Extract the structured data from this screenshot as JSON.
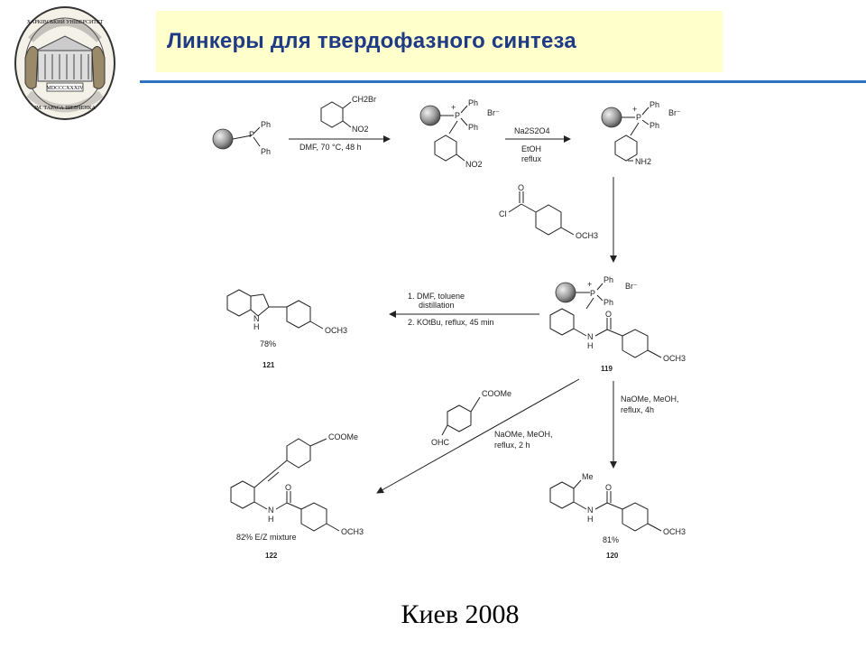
{
  "slide": {
    "title": "Линкеры для твердофазного синтеза",
    "footer": "Киев 2008",
    "colors": {
      "title_text": "#1f3b86",
      "title_bg": "#ffffcc",
      "rule": "#2e73c4"
    }
  },
  "logo": {
    "icon": "university-seal-icon",
    "motto_top": "ХАРКІВСЬКИЙ УНІВЕРСИТЕТ",
    "year": "MDCCCXXXIV",
    "bottom_text": "ІМ. ТАРАСА ШЕВЧЕНКА"
  },
  "scheme": {
    "substituents": {
      "ph": "Ph",
      "br": "Br",
      "ch2br": "CH2Br",
      "no2": "NO2",
      "nh2": "NH2",
      "cl": "Cl",
      "o": "O",
      "och3": "OCH3",
      "nh": "N",
      "h": "H",
      "me": "Me",
      "cooMe": "COOMe",
      "ohc": "OHC",
      "p": "P",
      "plus": "+",
      "br_minus": "Br⁻"
    },
    "steps": {
      "s1_line1": "DMF, 70 °C, 48 h",
      "s2_line1": "Na2S2O4",
      "s2_line2": "EtOH",
      "s2_line3": "reflux",
      "s4_line1": "1. DMF, toluene",
      "s4_line2": "distillation",
      "s4_line3": "2. KOtBu, reflux, 45 min",
      "s5_line1": "NaOMe, MeOH,",
      "s5_line2": "reflux, 4h",
      "s6_line1": "NaOMe, MeOH,",
      "s6_line2": "reflux, 2 h"
    },
    "compounds": {
      "c119": "119",
      "c121": "121",
      "c121_yield": "78%",
      "c120": "120",
      "c120_yield": "81%",
      "c122": "122",
      "c122_yield": "82% E/Z mixture"
    }
  }
}
